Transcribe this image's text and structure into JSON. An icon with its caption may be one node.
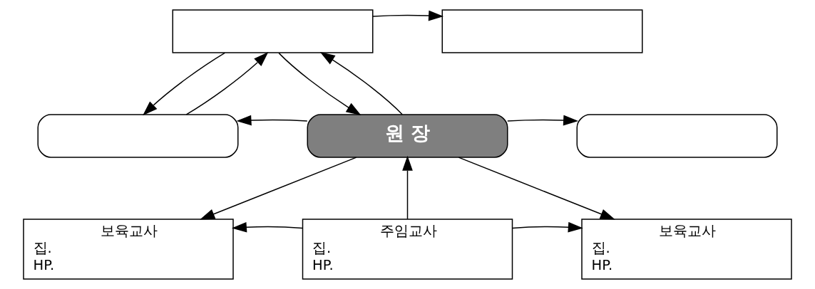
{
  "diagram": {
    "nodes": [
      {
        "text": [],
        "shape": "box"
      },
      {
        "text": [],
        "shape": "box"
      },
      {
        "text": [],
        "shape": "box"
      },
      {
        "text": [
          "원 장"
        ]
      },
      {
        "text": [],
        "shape": "box"
      },
      {
        "text": [
          "보육교사",
          "집.",
          "HP."
        ]
      },
      {
        "text": [
          "주임교사",
          "집.",
          "HP."
        ]
      },
      {
        "text": [
          "보육교사",
          "집.",
          "HP."
        ]
      }
    ],
    "edges": [
      {
        "from": 0,
        "to": 1,
        "arrow": "to"
      },
      {
        "from": 2,
        "to": 0,
        "arrow": "to"
      },
      {
        "from": 0,
        "to": 2,
        "arrow": "to"
      },
      {
        "from": 0,
        "to": 3,
        "arrow": "to"
      },
      {
        "from": 3,
        "to": 0,
        "arrow": "to"
      },
      {
        "from": 3,
        "to": 2,
        "arrow": "to"
      },
      {
        "from": 3,
        "to": 4,
        "arrow": "to"
      },
      {
        "from": 3,
        "to": 5,
        "arrow": "to"
      },
      {
        "from": 3,
        "to": 7,
        "arrow": "to"
      },
      {
        "from": 6,
        "to": 3,
        "arrow": "to"
      },
      {
        "from": 6,
        "to": 5,
        "arrow": "to"
      },
      {
        "from": 6,
        "to": 7,
        "arrow": "to"
      }
    ]
  }
}
